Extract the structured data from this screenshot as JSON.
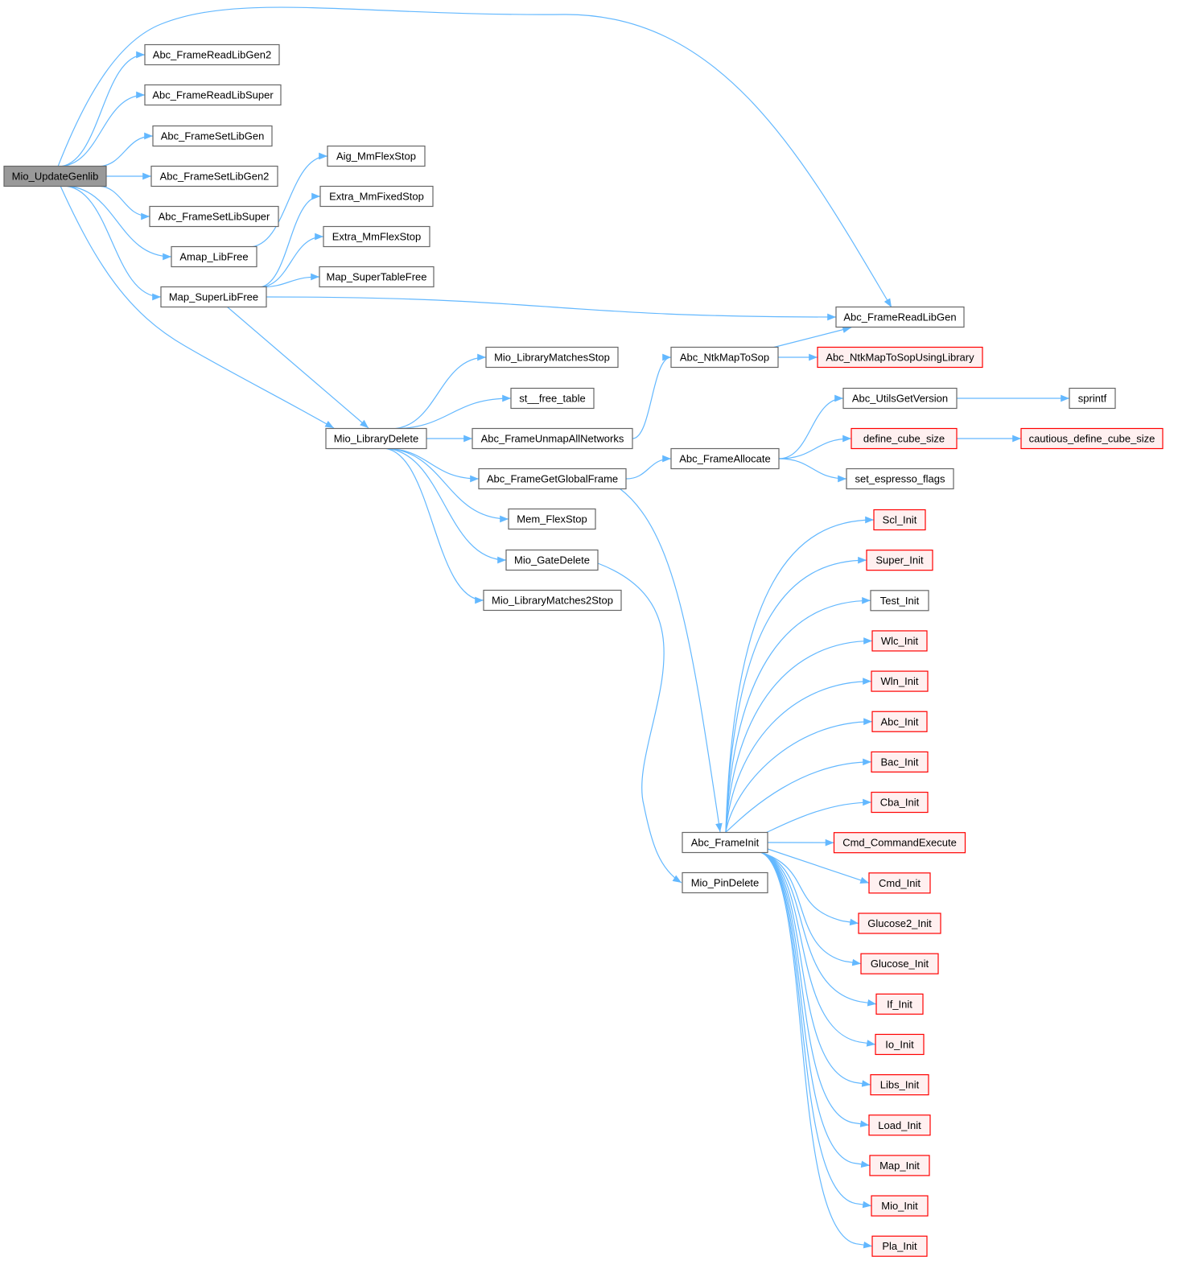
{
  "graph": {
    "colors": {
      "edge": "#63b8ff",
      "root_fill": "#999999",
      "external_border": "#ff0000",
      "external_fill": "#fff0f0",
      "node_border": "#666666"
    },
    "nodes": [
      {
        "id": "n0",
        "label": "Mio_UpdateGenlib",
        "kind": "root"
      },
      {
        "id": "n1",
        "label": "Abc_FrameReadLibGen2",
        "kind": "normal"
      },
      {
        "id": "n2",
        "label": "Abc_FrameReadLibSuper",
        "kind": "normal"
      },
      {
        "id": "n3",
        "label": "Abc_FrameSetLibGen",
        "kind": "normal"
      },
      {
        "id": "n4",
        "label": "Abc_FrameSetLibGen2",
        "kind": "normal"
      },
      {
        "id": "n5",
        "label": "Abc_FrameSetLibSuper",
        "kind": "normal"
      },
      {
        "id": "n6",
        "label": "Amap_LibFree",
        "kind": "normal"
      },
      {
        "id": "n7",
        "label": "Map_SuperLibFree",
        "kind": "normal"
      },
      {
        "id": "n8",
        "label": "Aig_MmFlexStop",
        "kind": "normal"
      },
      {
        "id": "n9",
        "label": "Extra_MmFixedStop",
        "kind": "normal"
      },
      {
        "id": "n10",
        "label": "Extra_MmFlexStop",
        "kind": "normal"
      },
      {
        "id": "n11",
        "label": "Map_SuperTableFree",
        "kind": "normal"
      },
      {
        "id": "n12",
        "label": "Abc_FrameReadLibGen",
        "kind": "normal"
      },
      {
        "id": "n13",
        "label": "Mio_LibraryDelete",
        "kind": "normal"
      },
      {
        "id": "n14",
        "label": "Mio_LibraryMatchesStop",
        "kind": "normal"
      },
      {
        "id": "n15",
        "label": "st__free_table",
        "kind": "normal"
      },
      {
        "id": "n16",
        "label": "Abc_FrameUnmapAllNetworks",
        "kind": "normal"
      },
      {
        "id": "n17",
        "label": "Abc_FrameGetGlobalFrame",
        "kind": "normal"
      },
      {
        "id": "n18",
        "label": "Mem_FlexStop",
        "kind": "normal"
      },
      {
        "id": "n19",
        "label": "Mio_GateDelete",
        "kind": "normal"
      },
      {
        "id": "n20",
        "label": "Mio_LibraryMatches2Stop",
        "kind": "normal"
      },
      {
        "id": "n21",
        "label": "Abc_NtkMapToSop",
        "kind": "normal"
      },
      {
        "id": "n22",
        "label": "Abc_NtkMapToSopUsingLibrary",
        "kind": "external"
      },
      {
        "id": "n23",
        "label": "Abc_UtilsGetVersion",
        "kind": "normal"
      },
      {
        "id": "n24",
        "label": "sprintf",
        "kind": "normal"
      },
      {
        "id": "n25",
        "label": "define_cube_size",
        "kind": "external"
      },
      {
        "id": "n26",
        "label": "cautious_define_cube_size",
        "kind": "external"
      },
      {
        "id": "n27",
        "label": "Abc_FrameAllocate",
        "kind": "normal"
      },
      {
        "id": "n28",
        "label": "set_espresso_flags",
        "kind": "normal"
      },
      {
        "id": "n29",
        "label": "Abc_FrameInit",
        "kind": "normal"
      },
      {
        "id": "n30",
        "label": "Mio_PinDelete",
        "kind": "normal"
      },
      {
        "id": "i0",
        "label": "Scl_Init",
        "kind": "external"
      },
      {
        "id": "i1",
        "label": "Super_Init",
        "kind": "external"
      },
      {
        "id": "i2",
        "label": "Test_Init",
        "kind": "normal"
      },
      {
        "id": "i3",
        "label": "Wlc_Init",
        "kind": "external"
      },
      {
        "id": "i4",
        "label": "Wln_Init",
        "kind": "external"
      },
      {
        "id": "i5",
        "label": "Abc_Init",
        "kind": "external"
      },
      {
        "id": "i6",
        "label": "Bac_Init",
        "kind": "external"
      },
      {
        "id": "i7",
        "label": "Cba_Init",
        "kind": "external"
      },
      {
        "id": "i8",
        "label": "Cmd_CommandExecute",
        "kind": "external"
      },
      {
        "id": "i9",
        "label": "Cmd_Init",
        "kind": "external"
      },
      {
        "id": "i10",
        "label": "Glucose2_Init",
        "kind": "external"
      },
      {
        "id": "i11",
        "label": "Glucose_Init",
        "kind": "external"
      },
      {
        "id": "i12",
        "label": "If_Init",
        "kind": "external"
      },
      {
        "id": "i13",
        "label": "Io_Init",
        "kind": "external"
      },
      {
        "id": "i14",
        "label": "Libs_Init",
        "kind": "external"
      },
      {
        "id": "i15",
        "label": "Load_Init",
        "kind": "external"
      },
      {
        "id": "i16",
        "label": "Map_Init",
        "kind": "external"
      },
      {
        "id": "i17",
        "label": "Mio_Init",
        "kind": "external"
      },
      {
        "id": "i18",
        "label": "Pla_Init",
        "kind": "external"
      }
    ],
    "edges": [
      [
        "n0",
        "n12"
      ],
      [
        "n0",
        "n1"
      ],
      [
        "n0",
        "n2"
      ],
      [
        "n0",
        "n3"
      ],
      [
        "n0",
        "n4"
      ],
      [
        "n0",
        "n5"
      ],
      [
        "n0",
        "n6"
      ],
      [
        "n0",
        "n7"
      ],
      [
        "n0",
        "n13"
      ],
      [
        "n6",
        "n8"
      ],
      [
        "n7",
        "n9"
      ],
      [
        "n7",
        "n10"
      ],
      [
        "n7",
        "n11"
      ],
      [
        "n7",
        "n12"
      ],
      [
        "n7",
        "n13"
      ],
      [
        "n13",
        "n14"
      ],
      [
        "n13",
        "n15"
      ],
      [
        "n13",
        "n16"
      ],
      [
        "n13",
        "n17"
      ],
      [
        "n13",
        "n18"
      ],
      [
        "n13",
        "n19"
      ],
      [
        "n13",
        "n20"
      ],
      [
        "n16",
        "n21"
      ],
      [
        "n21",
        "n12"
      ],
      [
        "n21",
        "n22"
      ],
      [
        "n17",
        "n27"
      ],
      [
        "n17",
        "n29"
      ],
      [
        "n27",
        "n23"
      ],
      [
        "n27",
        "n25"
      ],
      [
        "n27",
        "n28"
      ],
      [
        "n23",
        "n24"
      ],
      [
        "n25",
        "n26"
      ],
      [
        "n19",
        "n30"
      ],
      [
        "n29",
        "i0"
      ],
      [
        "n29",
        "i1"
      ],
      [
        "n29",
        "i2"
      ],
      [
        "n29",
        "i3"
      ],
      [
        "n29",
        "i4"
      ],
      [
        "n29",
        "i5"
      ],
      [
        "n29",
        "i6"
      ],
      [
        "n29",
        "i7"
      ],
      [
        "n29",
        "i8"
      ],
      [
        "n29",
        "i9"
      ],
      [
        "n29",
        "i10"
      ],
      [
        "n29",
        "i11"
      ],
      [
        "n29",
        "i12"
      ],
      [
        "n29",
        "i13"
      ],
      [
        "n29",
        "i14"
      ],
      [
        "n29",
        "i15"
      ],
      [
        "n29",
        "i16"
      ],
      [
        "n29",
        "i17"
      ],
      [
        "n29",
        "i18"
      ]
    ]
  }
}
